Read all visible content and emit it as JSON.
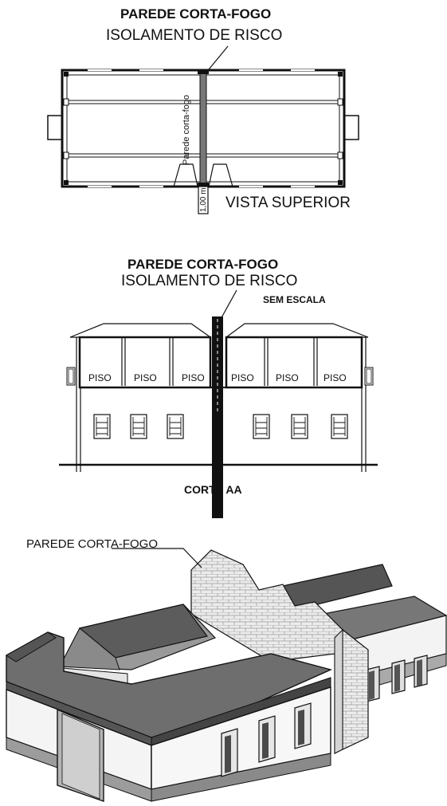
{
  "top_view": {
    "title": "PAREDE CORTA-FOGO",
    "subtitle": "ISOLAMENTO DE RISCO",
    "wall_label": "Parede corta-fogo",
    "distance_label": "1,00 m",
    "view_label": "VISTA SUPERIOR"
  },
  "section_view": {
    "title": "PAREDE CORTA-FOGO",
    "subtitle": "ISOLAMENTO DE RISCO",
    "scale_note": "SEM ESCALA",
    "floor_labels": [
      "PISO",
      "PISO",
      "PISO",
      "PISO",
      "PISO",
      "PISO"
    ],
    "cut_label": "CORTE AA"
  },
  "perspective_view": {
    "wall_callout": "PAREDE CORTA-FOGO"
  },
  "colors": {
    "line": "#111111",
    "roof": "#6b6b6b",
    "roof_dark": "#4a4a4a",
    "wall_light": "#f2f2f2",
    "brick": "#e6e6e6",
    "base": "#9a9a9a"
  }
}
